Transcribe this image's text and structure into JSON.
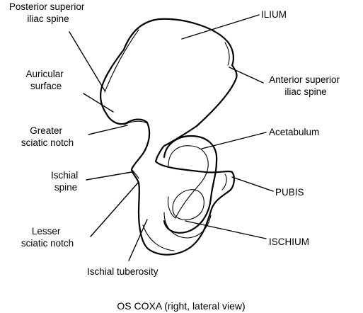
{
  "labels": {
    "posterior_superior_iliac_spine": [
      "Posterior superior",
      "iliac spine"
    ],
    "ilium": "ILIUM",
    "auricular_surface": [
      "Auricular",
      "surface"
    ],
    "anterior_superior_iliac_spine": [
      "Anterior superior",
      "iliac spine"
    ],
    "greater_sciatic_notch": [
      "Greater",
      "sciatic notch"
    ],
    "acetabulum": "Acetabulum",
    "ischial_spine": [
      "Ischial",
      "spine"
    ],
    "pubis": "PUBIS",
    "lesser_sciatic_notch": [
      "Lesser",
      "sciatic notch"
    ],
    "ischium": "ISCHIUM",
    "ischial_tuberosity": "Ischial tuberosity"
  },
  "caption": "OS COXA (right, lateral view)"
}
